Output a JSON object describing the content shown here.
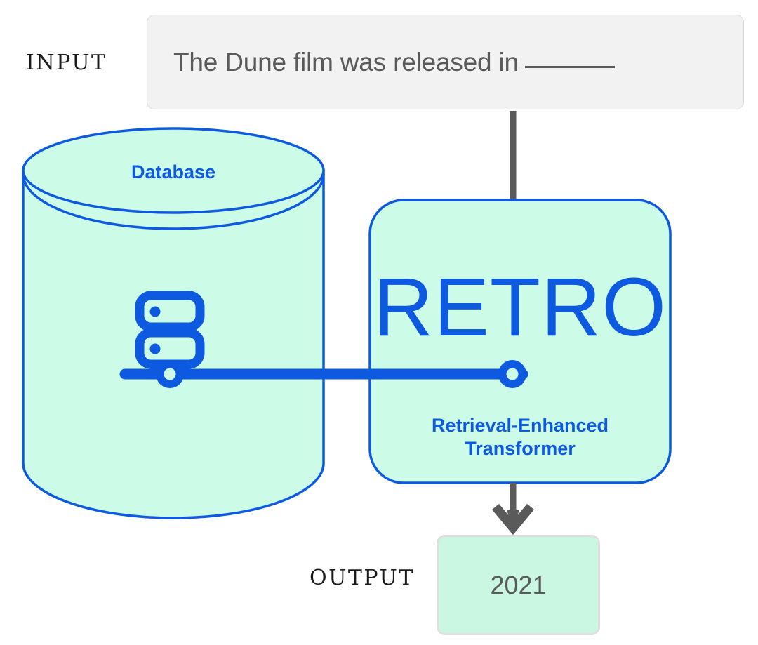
{
  "diagram": {
    "title": "RETRO Retrieval-Enhanced Transformer flow",
    "colors": {
      "accent_blue": "#0d5ae0",
      "mint_fill": "#ccfce8",
      "output_fill": "#c9f7e2",
      "arrow_gray": "#5a5a5a",
      "input_bg": "#f2f2f2",
      "input_border": "#dcdcdc",
      "text_gray": "#5a5a5a"
    }
  },
  "input": {
    "label": "INPUT",
    "text": "The Dune film was released in",
    "blank": "______"
  },
  "database": {
    "label": "Database",
    "icon": "server-icon"
  },
  "model": {
    "name": "RETRO",
    "subtitle_line1": "Retrieval-Enhanced",
    "subtitle_line2": "Transformer"
  },
  "output": {
    "label": "OUTPUT",
    "value": "2021"
  },
  "connectors": {
    "input_to_model": "arrow-down",
    "model_to_output": "arrow-down",
    "database_to_model": "retrieval-link"
  }
}
